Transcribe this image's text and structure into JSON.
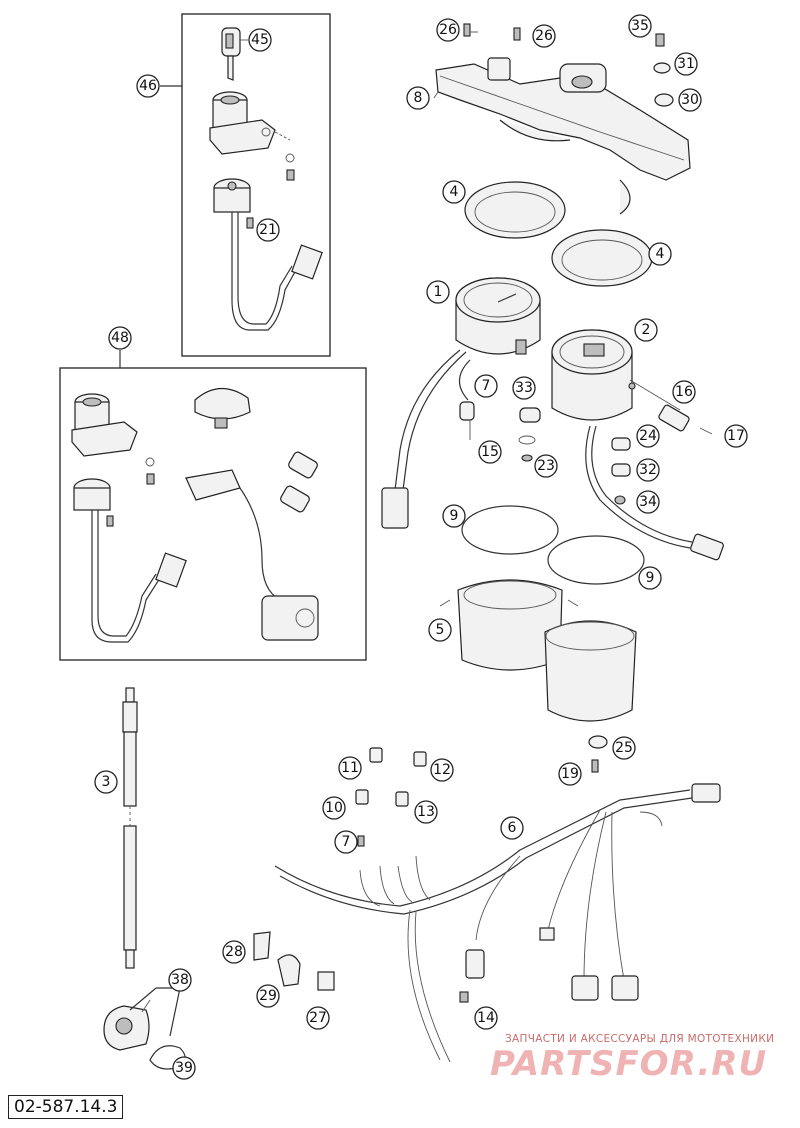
{
  "diagram_code": "02-587.14.3",
  "watermark": {
    "tagline": "ЗАПЧАСТИ И АКСЕССУАРЫ ДЛЯ МОТОТЕХНИКИ",
    "logo": "PARTSFOR.RU"
  },
  "callouts": {
    "c45": "45",
    "c46": "46",
    "c21": "21",
    "c48": "48",
    "c3": "3",
    "c38": "38",
    "c39": "39",
    "c26a": "26",
    "c26b": "26",
    "c35": "35",
    "c31": "31",
    "c30": "30",
    "c8": "8",
    "c4a": "4",
    "c4b": "4",
    "c1": "1",
    "c2": "2",
    "c7a": "7",
    "c33": "33",
    "c15": "15",
    "c23": "23",
    "c16": "16",
    "c24": "24",
    "c17": "17",
    "c32": "32",
    "c34": "34",
    "c9a": "9",
    "c9b": "9",
    "c5": "5",
    "c25": "25",
    "c11": "11",
    "c12": "12",
    "c19": "19",
    "c10": "10",
    "c13": "13",
    "c6": "6",
    "c7b": "7",
    "c28": "28",
    "c29": "29",
    "c27": "27",
    "c14": "14"
  }
}
